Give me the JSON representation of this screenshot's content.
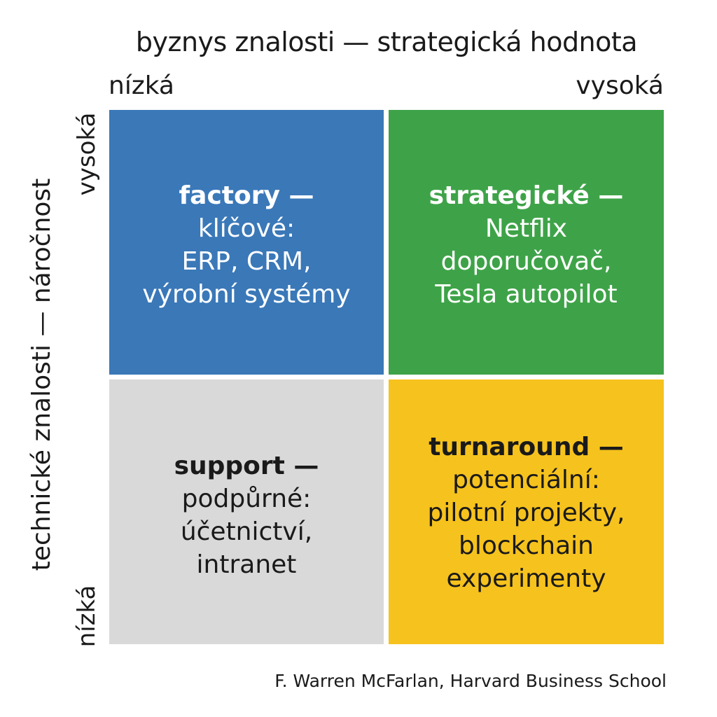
{
  "axes": {
    "x_title": "byznys znalosti — strategická hodnota",
    "x_low": "nízká",
    "x_high": "vysoká",
    "y_title": "technické znalosti — náročnost",
    "y_high": "vysoká",
    "y_low": "nízká"
  },
  "quadrants": {
    "top_left": {
      "head": "factory —",
      "lines": [
        "klíčové:",
        "ERP, CRM,",
        "výrobní systémy"
      ],
      "color": "#3a78b8"
    },
    "top_right": {
      "head": "strategické —",
      "lines": [
        "Netflix",
        "doporučovač,",
        "Tesla autopilot"
      ],
      "color": "#3ea348"
    },
    "bottom_left": {
      "head": "support —",
      "lines": [
        "podpůrné:",
        "účetnictví,",
        "intranet"
      ],
      "color": "#d9d9d9"
    },
    "bottom_right": {
      "head": "turnaround —",
      "lines": [
        "potenciální:",
        "pilotní projekty,",
        "blockchain",
        "experimenty"
      ],
      "color": "#f6c21d"
    }
  },
  "source": "F. Warren McFarlan, Harvard Business School"
}
